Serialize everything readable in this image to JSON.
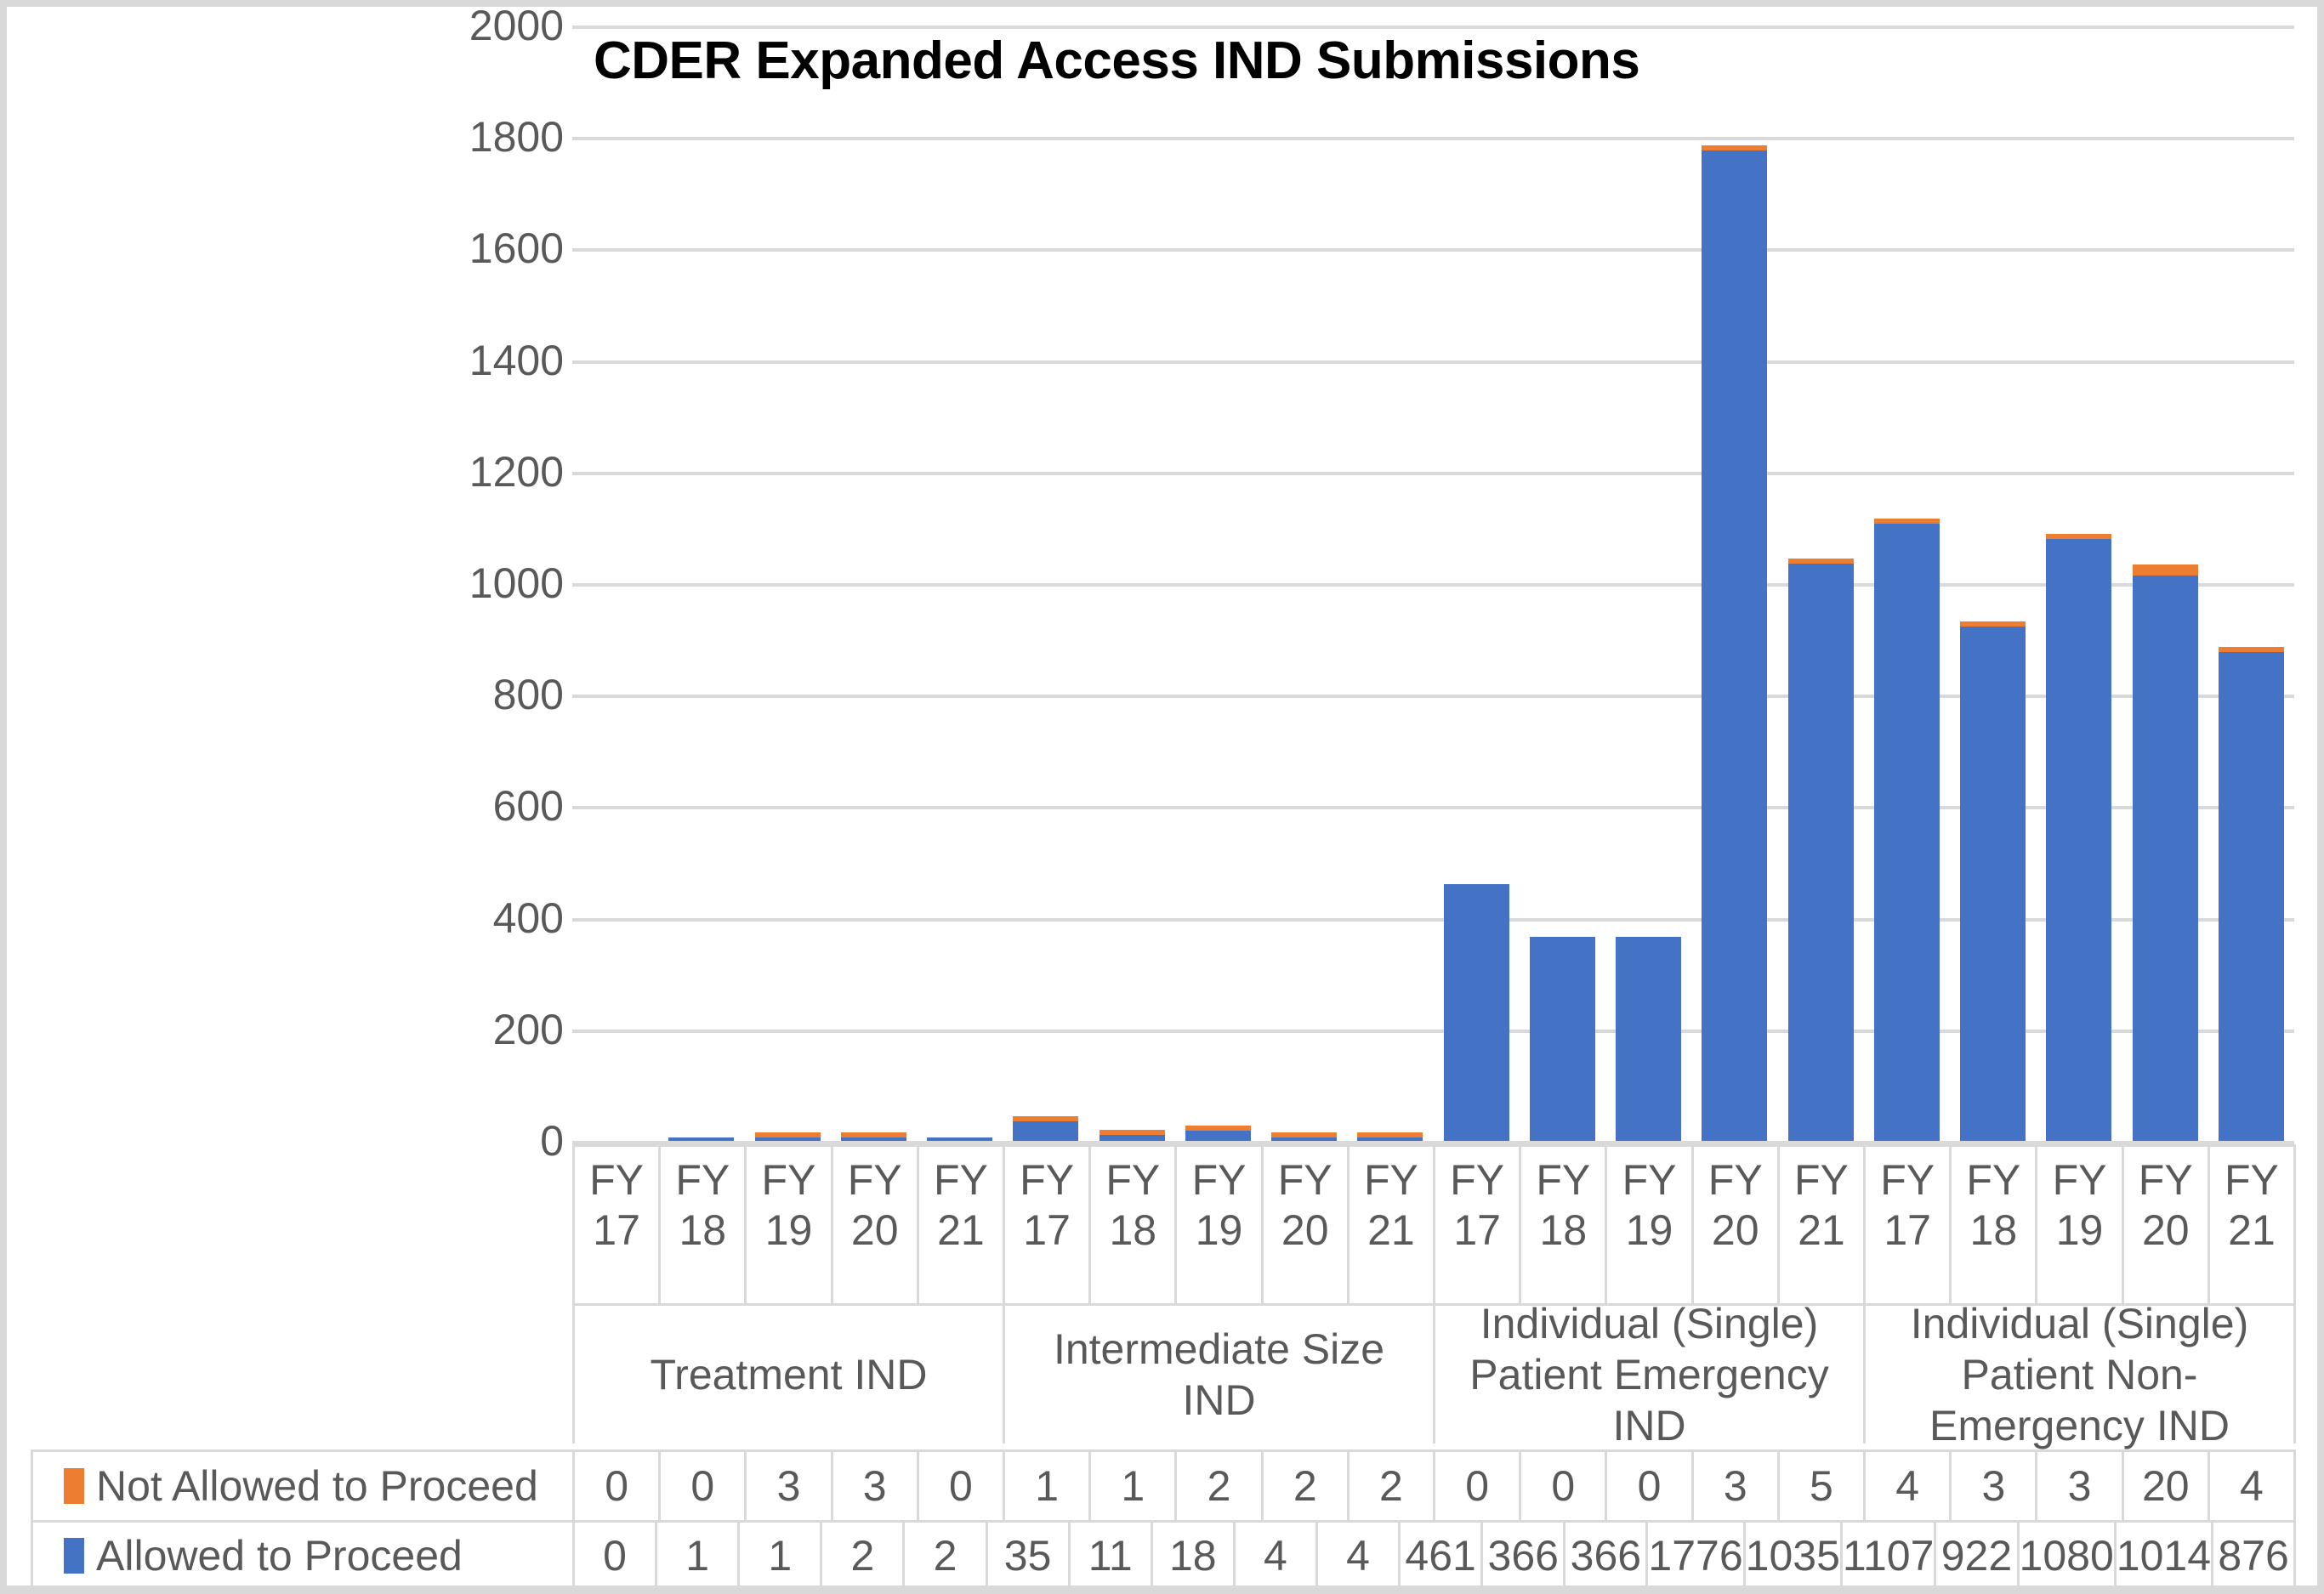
{
  "chart_data": {
    "type": "bar",
    "subtype": "stacked-bar",
    "title": "CDER Expanded Access IND Submissions",
    "xlabel": "",
    "ylabel": "",
    "ylim": [
      0,
      2000
    ],
    "ytick_step": 200,
    "yticks": [
      2000,
      1800,
      1600,
      1400,
      1200,
      1000,
      800,
      600,
      400,
      200,
      0
    ],
    "grid": true,
    "legend_position": "data-table-row-labels",
    "categories": [
      "FY 17",
      "FY 18",
      "FY 19",
      "FY 20",
      "FY 21",
      "FY 17",
      "FY 18",
      "FY 19",
      "FY 20",
      "FY 21",
      "FY 17",
      "FY 18",
      "FY 19",
      "FY 20",
      "FY 21",
      "FY 17",
      "FY 18",
      "FY 19",
      "FY 20",
      "FY 21"
    ],
    "category_lines": [
      [
        "FY",
        "17"
      ],
      [
        "FY",
        "18"
      ],
      [
        "FY",
        "19"
      ],
      [
        "FY",
        "20"
      ],
      [
        "FY",
        "21"
      ],
      [
        "FY",
        "17"
      ],
      [
        "FY",
        "18"
      ],
      [
        "FY",
        "19"
      ],
      [
        "FY",
        "20"
      ],
      [
        "FY",
        "21"
      ],
      [
        "FY",
        "17"
      ],
      [
        "FY",
        "18"
      ],
      [
        "FY",
        "19"
      ],
      [
        "FY",
        "20"
      ],
      [
        "FY",
        "21"
      ],
      [
        "FY",
        "17"
      ],
      [
        "FY",
        "18"
      ],
      [
        "FY",
        "19"
      ],
      [
        "FY",
        "20"
      ],
      [
        "FY",
        "21"
      ]
    ],
    "groups": [
      {
        "label": "Treatment IND",
        "lines": [
          "Treatment IND"
        ],
        "span": 5
      },
      {
        "label": "Intermediate Size IND",
        "lines": [
          "Intermediate Size",
          "IND"
        ],
        "span": 5
      },
      {
        "label": "Individual (Single) Patient Emergency IND",
        "lines": [
          "Individual (Single)",
          "Patient Emergency",
          "IND"
        ],
        "span": 5
      },
      {
        "label": "Individual (Single) Patient Non-Emergency IND",
        "lines": [
          "Individual (Single)",
          "Patient Non-",
          "Emergency IND"
        ],
        "span": 5
      }
    ],
    "series": [
      {
        "name": "Not Allowed to Proceed",
        "color": "#ED7D31",
        "stack_position": "top",
        "values": [
          0,
          0,
          3,
          3,
          0,
          1,
          1,
          2,
          2,
          2,
          0,
          0,
          0,
          3,
          5,
          4,
          3,
          3,
          20,
          4
        ]
      },
      {
        "name": "Allowed to Proceed",
        "color": "#4472C4",
        "stack_position": "bottom",
        "values": [
          0,
          1,
          1,
          2,
          2,
          35,
          11,
          18,
          4,
          4,
          461,
          366,
          366,
          1776,
          1035,
          1107,
          922,
          1080,
          1014,
          876
        ]
      }
    ]
  },
  "colors": {
    "allowed": "#4472C4",
    "not_allowed": "#ED7D31",
    "gridline": "#D9D9D9",
    "text": "#595959",
    "title": "#000000"
  }
}
